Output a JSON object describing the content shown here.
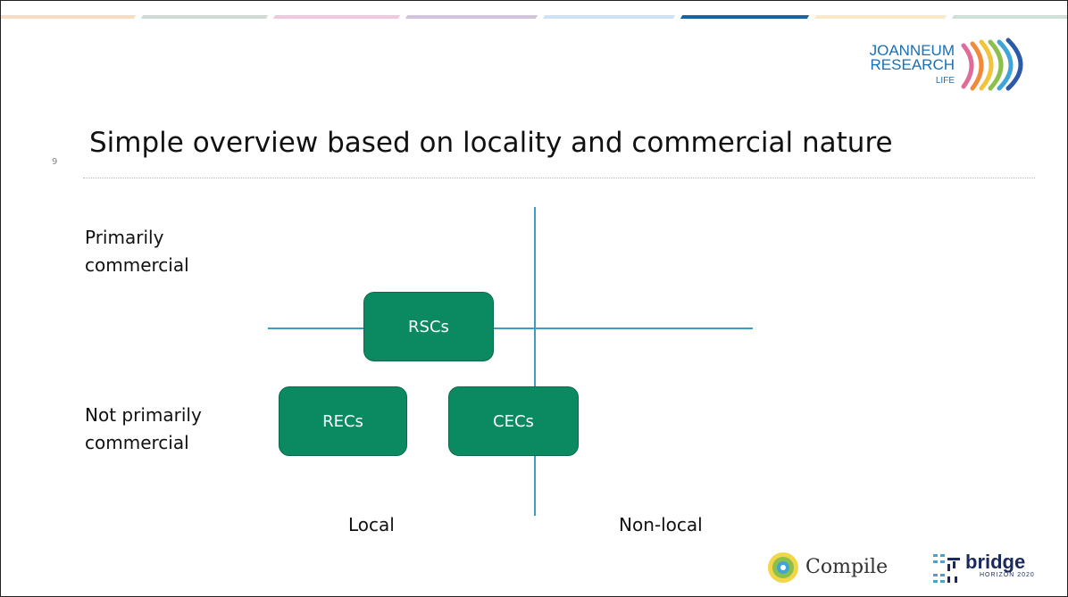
{
  "slide": {
    "title": "Simple overview based on locality and commercial nature",
    "page_number": "9"
  },
  "logo": {
    "line1": "JOANNEUM",
    "line2": "RESEARCH",
    "line3": "LIFE"
  },
  "diagram": {
    "y_labels": {
      "top": "Primarily commercial",
      "bottom": "Not primarily commercial"
    },
    "x_labels": {
      "left": "Local",
      "right": "Non-local"
    },
    "boxes": {
      "rscs": "RSCs",
      "recs": "RECs",
      "cecs": "CECs"
    },
    "axis_color": "#3c9cc4",
    "box_color": "#0b8a62"
  },
  "footer": {
    "compile": "Compile",
    "bridge": "bridge",
    "horizon": "HORIZON 2020"
  },
  "stripe_colors": [
    "#f7dcc4",
    "#cfdad2",
    "#f1c6df",
    "#d4c3de",
    "#cfe1f4",
    "#1664a8",
    "#fbe8c7",
    "#cfe0d6"
  ]
}
